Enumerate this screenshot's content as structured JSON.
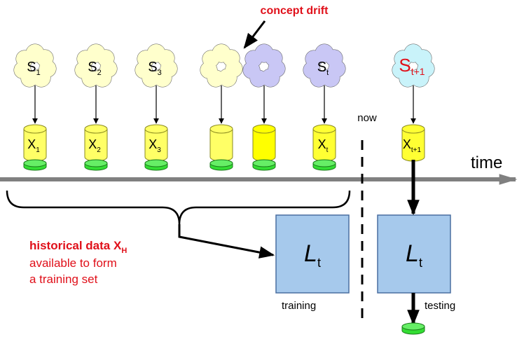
{
  "annotation": {
    "text": "concept drift",
    "color": "#e0101a"
  },
  "sources": [
    {
      "main": "S",
      "sub": "1",
      "color": "#ffffcc"
    },
    {
      "main": "S",
      "sub": "2",
      "color": "#ffffcc"
    },
    {
      "main": "S",
      "sub": "3",
      "color": "#ffffcc"
    },
    {
      "main": "",
      "sub": "",
      "color": "#ffffcc"
    },
    {
      "main": "",
      "sub": "",
      "color": "#c9c7f5"
    },
    {
      "main": "S",
      "sub": "t",
      "color": "#c9c7f5"
    },
    {
      "main": "S",
      "sub": "t+1",
      "color": "#c9f3fa",
      "text_color": "#e0101a"
    }
  ],
  "datasets": [
    {
      "main": "X",
      "sub": "1",
      "color": "#ffff66"
    },
    {
      "main": "X",
      "sub": "2",
      "color": "#ffff66"
    },
    {
      "main": "X",
      "sub": "3",
      "color": "#ffff66"
    },
    {
      "main": "",
      "sub": "",
      "color": "#ffff66"
    },
    {
      "main": "",
      "sub": "",
      "color": "#ffff00"
    },
    {
      "main": "X",
      "sub": "t",
      "color": "#ffff33"
    },
    {
      "main": "X",
      "sub": "t+1",
      "color": "#ffff33"
    }
  ],
  "timeline": {
    "label": "time",
    "now_label": "now",
    "color": "#808080"
  },
  "historical": {
    "title_main": "historical data X",
    "title_sub": "H",
    "line2": "available to form",
    "line3": "a training set",
    "color": "#e0101a"
  },
  "learners": [
    {
      "main": "L",
      "sub": "t",
      "caption": "training"
    },
    {
      "main": "L",
      "sub": "t",
      "caption": "testing"
    }
  ],
  "colors": {
    "learner_fill": "#a6c9ec",
    "learner_stroke": "#4a6fa0",
    "label_disk": "#33dd33",
    "arrow": "#000000"
  }
}
